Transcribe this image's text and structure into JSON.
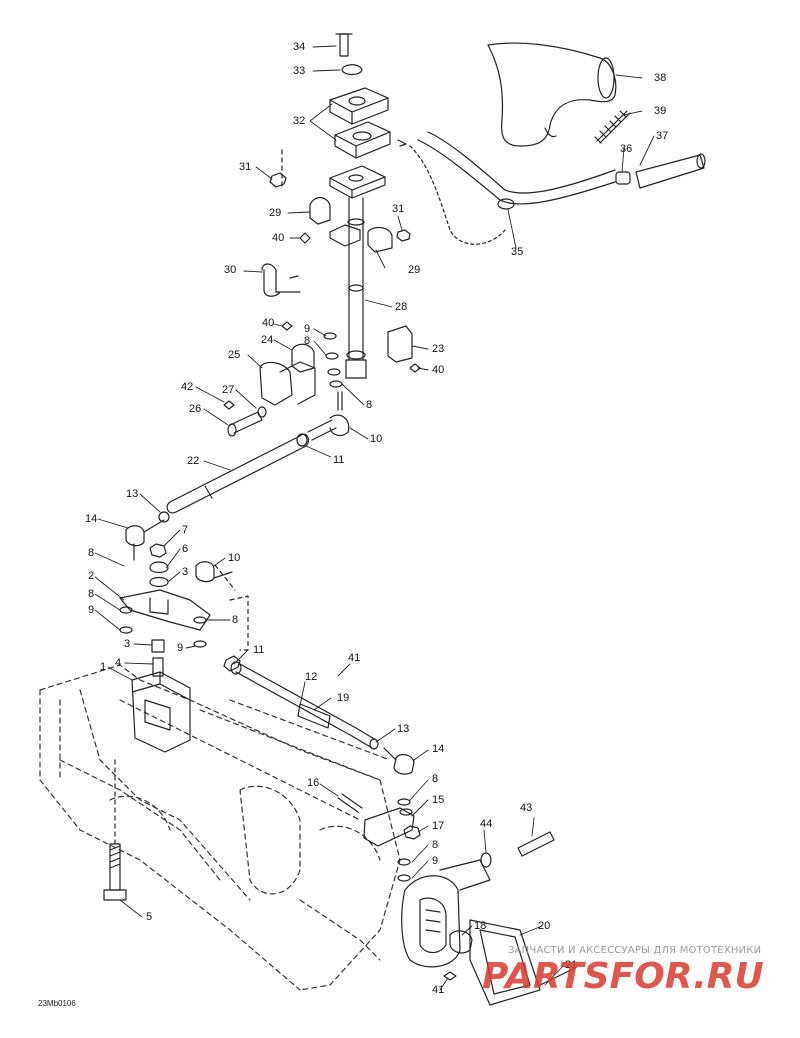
{
  "diagram": {
    "callouts": [
      "34",
      "33",
      "32",
      "31",
      "29",
      "40",
      "31",
      "29",
      "30",
      "28",
      "40",
      "9",
      "24",
      "8",
      "23",
      "40",
      "25",
      "42",
      "27",
      "26",
      "8",
      "10",
      "22",
      "11",
      "13",
      "14",
      "7",
      "8",
      "6",
      "10",
      "3",
      "2",
      "8",
      "9",
      "8",
      "3",
      "4",
      "9",
      "11",
      "1",
      "41",
      "12",
      "19",
      "13",
      "14",
      "8",
      "16",
      "15",
      "17",
      "8",
      "9",
      "43",
      "44",
      "5",
      "18",
      "20",
      "21",
      "41",
      "38",
      "39",
      "37",
      "36",
      "35"
    ],
    "drawing_code": "23Mb0106"
  },
  "watermark": {
    "text": "ЗАПЧАСТИ И АКСЕССУАРЫ ДЛЯ МОТОТЕХНИКИ",
    "logo": "PARTSFOR.RU"
  }
}
